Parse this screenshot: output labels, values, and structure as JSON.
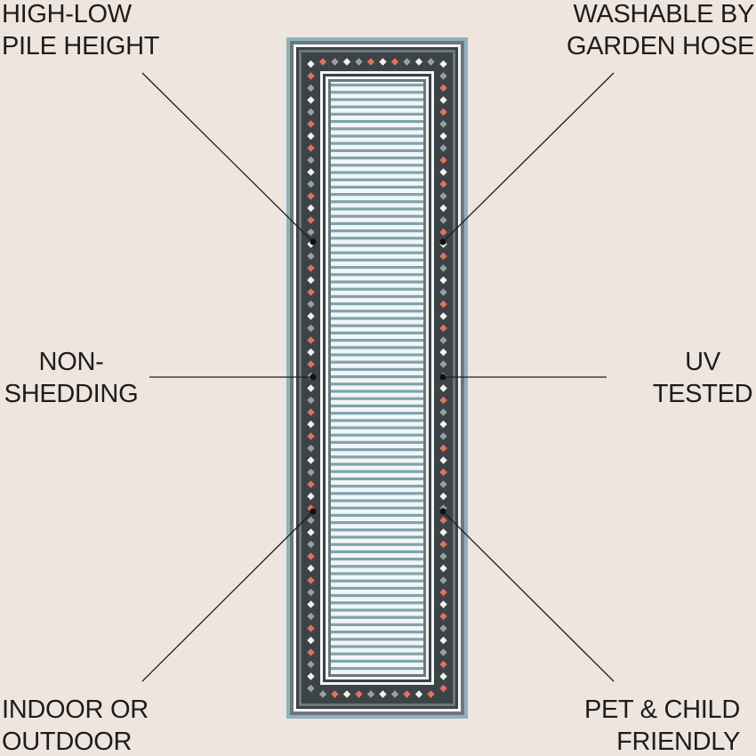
{
  "features": {
    "top_left": {
      "line1": "HIGH-LOW",
      "line2": "PILE HEIGHT"
    },
    "top_right": {
      "line1": "WASHABLE BY",
      "line2": "GARDEN HOSE"
    },
    "mid_left": {
      "line1": "NON-",
      "line2": "SHEDDING"
    },
    "mid_right": {
      "line1": "UV",
      "line2": "TESTED"
    },
    "bottom_left": {
      "line1": "INDOOR OR",
      "line2": "OUTDOOR"
    },
    "bottom_right": {
      "line1": "PET & CHILD",
      "line2": "FRIENDLY"
    }
  },
  "colors": {
    "background": "#eee5df",
    "rug_edge": "#8fb2bd",
    "stripe_blue": "#7fa3ae",
    "stripe_white": "#f2f5f5",
    "border_dark": "#3b4347",
    "border_mid": "#6e7779",
    "diamond_white": "#f4f1ec",
    "diamond_coral": "#e0735a",
    "diamond_gray": "#9aa0a2",
    "leader_line": "#1d1d1d"
  }
}
